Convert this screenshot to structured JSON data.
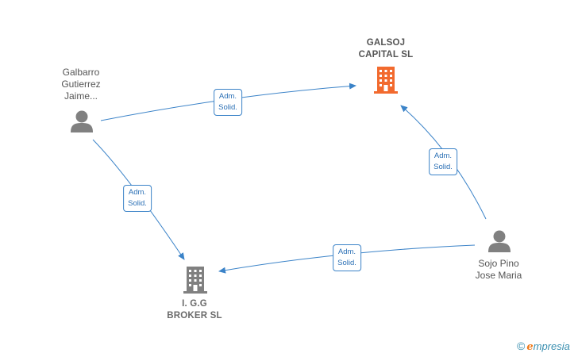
{
  "nodes": [
    {
      "id": "galsoj",
      "type": "company",
      "highlight": true,
      "lines": [
        "GALSOJ",
        "CAPITAL  SL"
      ],
      "icon": "building-icon",
      "color": "#f26a2e"
    },
    {
      "id": "igg",
      "type": "company",
      "highlight": false,
      "lines": [
        "I. G.G",
        "BROKER  SL"
      ],
      "icon": "building-icon",
      "color": "#808080"
    },
    {
      "id": "galbarro",
      "type": "person",
      "lines": [
        "Galbarro",
        "Gutierrez",
        "Jaime..."
      ],
      "icon": "person-icon",
      "color": "#808080"
    },
    {
      "id": "sojo",
      "type": "person",
      "lines": [
        "Sojo Pino",
        "Jose Maria"
      ],
      "icon": "person-icon",
      "color": "#808080"
    }
  ],
  "edges": [
    {
      "from": "galbarro",
      "to": "galsoj",
      "label": [
        "Adm.",
        "Solid."
      ]
    },
    {
      "from": "galbarro",
      "to": "igg",
      "label": [
        "Adm.",
        "Solid."
      ]
    },
    {
      "from": "sojo",
      "to": "galsoj",
      "label": [
        "Adm.",
        "Solid."
      ]
    },
    {
      "from": "sojo",
      "to": "igg",
      "label": [
        "Adm.",
        "Solid."
      ]
    }
  ],
  "colors": {
    "edge": "#3b83c8",
    "label_border": "#3b83c8"
  },
  "brand": {
    "copyright": "©",
    "initial": "e",
    "rest": "mpresia"
  }
}
